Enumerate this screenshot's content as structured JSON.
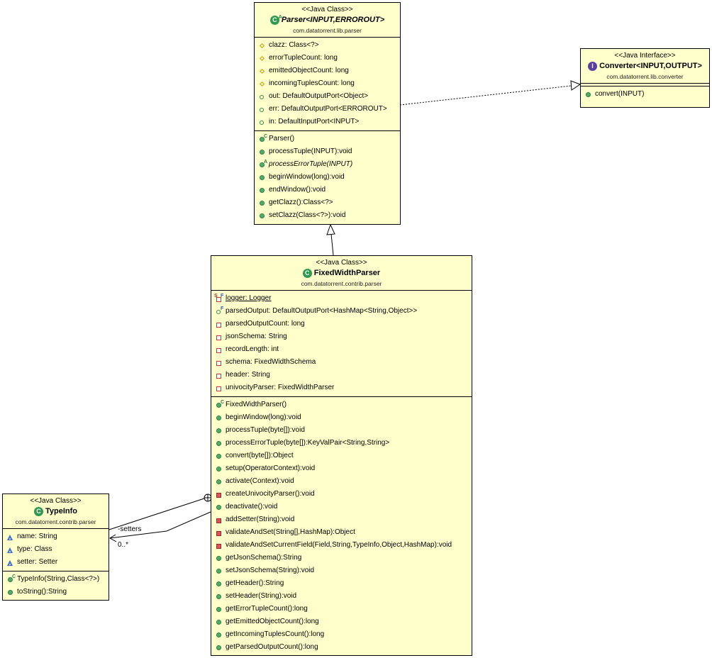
{
  "classes": {
    "parser": {
      "stereotype": "<<Java Class>>",
      "name": "Parser<INPUT,ERROROUT>",
      "package": "com.datatorrent.lib.parser",
      "kind": "abstract-class",
      "attributes": [
        {
          "text": "clazz: Class<?>",
          "visibility": "protected"
        },
        {
          "text": "errorTupleCount: long",
          "visibility": "protected"
        },
        {
          "text": "emittedObjectCount: long",
          "visibility": "protected"
        },
        {
          "text": "incomingTuplesCount: long",
          "visibility": "protected"
        },
        {
          "text": "out: DefaultOutputPort<Object>",
          "visibility": "public"
        },
        {
          "text": "err: DefaultOutputPort<ERROROUT>",
          "visibility": "public"
        },
        {
          "text": "in: DefaultInputPort<INPUT>",
          "visibility": "public"
        }
      ],
      "operations": [
        {
          "text": "Parser()",
          "visibility": "public",
          "modifier": "constructor"
        },
        {
          "text": "processTuple(INPUT):void",
          "visibility": "public"
        },
        {
          "text": "processErrorTuple(INPUT)",
          "visibility": "public",
          "modifier": "abstract"
        },
        {
          "text": "beginWindow(long):void",
          "visibility": "public"
        },
        {
          "text": "endWindow():void",
          "visibility": "public"
        },
        {
          "text": "getClazz():Class<?>",
          "visibility": "public"
        },
        {
          "text": "setClazz(Class<?>):void",
          "visibility": "public"
        }
      ]
    },
    "converter": {
      "stereotype": "<<Java Interface>>",
      "name": "Converter<INPUT,OUTPUT>",
      "package": "com.datatorrent.lib.converter",
      "kind": "interface",
      "operations": [
        {
          "text": "convert(INPUT)",
          "visibility": "public"
        }
      ]
    },
    "fixedWidthParser": {
      "stereotype": "<<Java Class>>",
      "name": "FixedWidthParser",
      "package": "com.datatorrent.contrib.parser",
      "kind": "class",
      "attributes": [
        {
          "text": "logger: Logger",
          "visibility": "private",
          "modifier": "static-final"
        },
        {
          "text": "parsedOutput: DefaultOutputPort<HashMap<String,Object>>",
          "visibility": "public",
          "modifier": "final"
        },
        {
          "text": "parsedOutputCount: long",
          "visibility": "private"
        },
        {
          "text": "jsonSchema: String",
          "visibility": "private"
        },
        {
          "text": "recordLength: int",
          "visibility": "private"
        },
        {
          "text": "schema: FixedWidthSchema",
          "visibility": "private"
        },
        {
          "text": "header: String",
          "visibility": "private"
        },
        {
          "text": "univocityParser: FixedWidthParser",
          "visibility": "private"
        }
      ],
      "operations": [
        {
          "text": "FixedWidthParser()",
          "visibility": "public",
          "modifier": "constructor"
        },
        {
          "text": "beginWindow(long):void",
          "visibility": "public"
        },
        {
          "text": "processTuple(byte[]):void",
          "visibility": "public"
        },
        {
          "text": "processErrorTuple(byte[]):KeyValPair<String,String>",
          "visibility": "public"
        },
        {
          "text": "convert(byte[]):Object",
          "visibility": "public"
        },
        {
          "text": "setup(OperatorContext):void",
          "visibility": "public"
        },
        {
          "text": "activate(Context):void",
          "visibility": "public"
        },
        {
          "text": "createUnivocityParser():void",
          "visibility": "private"
        },
        {
          "text": "deactivate():void",
          "visibility": "public"
        },
        {
          "text": "addSetter(String):void",
          "visibility": "private"
        },
        {
          "text": "validateAndSet(String[],HashMap):Object",
          "visibility": "private"
        },
        {
          "text": "validateAndSetCurrentField(Field,String,TypeInfo,Object,HashMap):void",
          "visibility": "private"
        },
        {
          "text": "getJsonSchema():String",
          "visibility": "public"
        },
        {
          "text": "setJsonSchema(String):void",
          "visibility": "public"
        },
        {
          "text": "getHeader():String",
          "visibility": "public"
        },
        {
          "text": "setHeader(String):void",
          "visibility": "public"
        },
        {
          "text": "getErrorTupleCount():long",
          "visibility": "public"
        },
        {
          "text": "getEmittedObjectCount():long",
          "visibility": "public"
        },
        {
          "text": "getIncomingTuplesCount():long",
          "visibility": "public"
        },
        {
          "text": "getParsedOutputCount():long",
          "visibility": "public"
        }
      ]
    },
    "typeInfo": {
      "stereotype": "<<Java Class>>",
      "name": "TypeInfo",
      "package": "com.datatorrent.contrib.parser",
      "kind": "class",
      "attributes": [
        {
          "text": "name: String",
          "visibility": "package"
        },
        {
          "text": "type: Class",
          "visibility": "package"
        },
        {
          "text": "setter: Setter",
          "visibility": "package"
        }
      ],
      "operations": [
        {
          "text": "TypeInfo(String,Class<?>)",
          "visibility": "public",
          "modifier": "constructor"
        },
        {
          "text": "toString():String",
          "visibility": "public"
        }
      ]
    }
  },
  "relationships": [
    {
      "type": "realization",
      "from": "Parser",
      "to": "Converter"
    },
    {
      "type": "generalization",
      "from": "FixedWidthParser",
      "to": "Parser"
    },
    {
      "type": "nesting",
      "from": "TypeInfo",
      "to": "FixedWidthParser"
    },
    {
      "type": "association",
      "from": "FixedWidthParser",
      "to": "TypeInfo",
      "role": "-setters",
      "multiplicity": "0..*"
    }
  ],
  "labels": {
    "setters_role": "-setters",
    "setters_multiplicity": "0..*"
  }
}
